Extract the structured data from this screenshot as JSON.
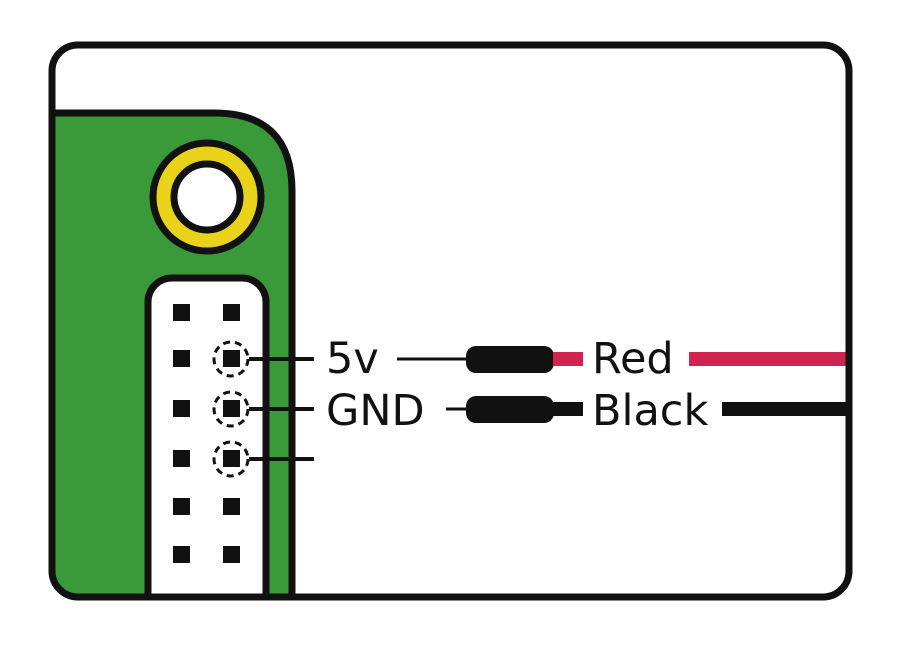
{
  "diagram": {
    "title": "5V power wiring to GPIO header",
    "colors": {
      "board": "#3a9a3a",
      "mount_ring": "#e8d31a",
      "outline": "#111111",
      "red_wire": "#d0234f",
      "black_wire": "#111111",
      "background": "#ffffff"
    },
    "labels": {
      "pin_5v": "5v",
      "pin_gnd": "GND",
      "wire_red": "Red",
      "wire_black": "Black"
    }
  }
}
